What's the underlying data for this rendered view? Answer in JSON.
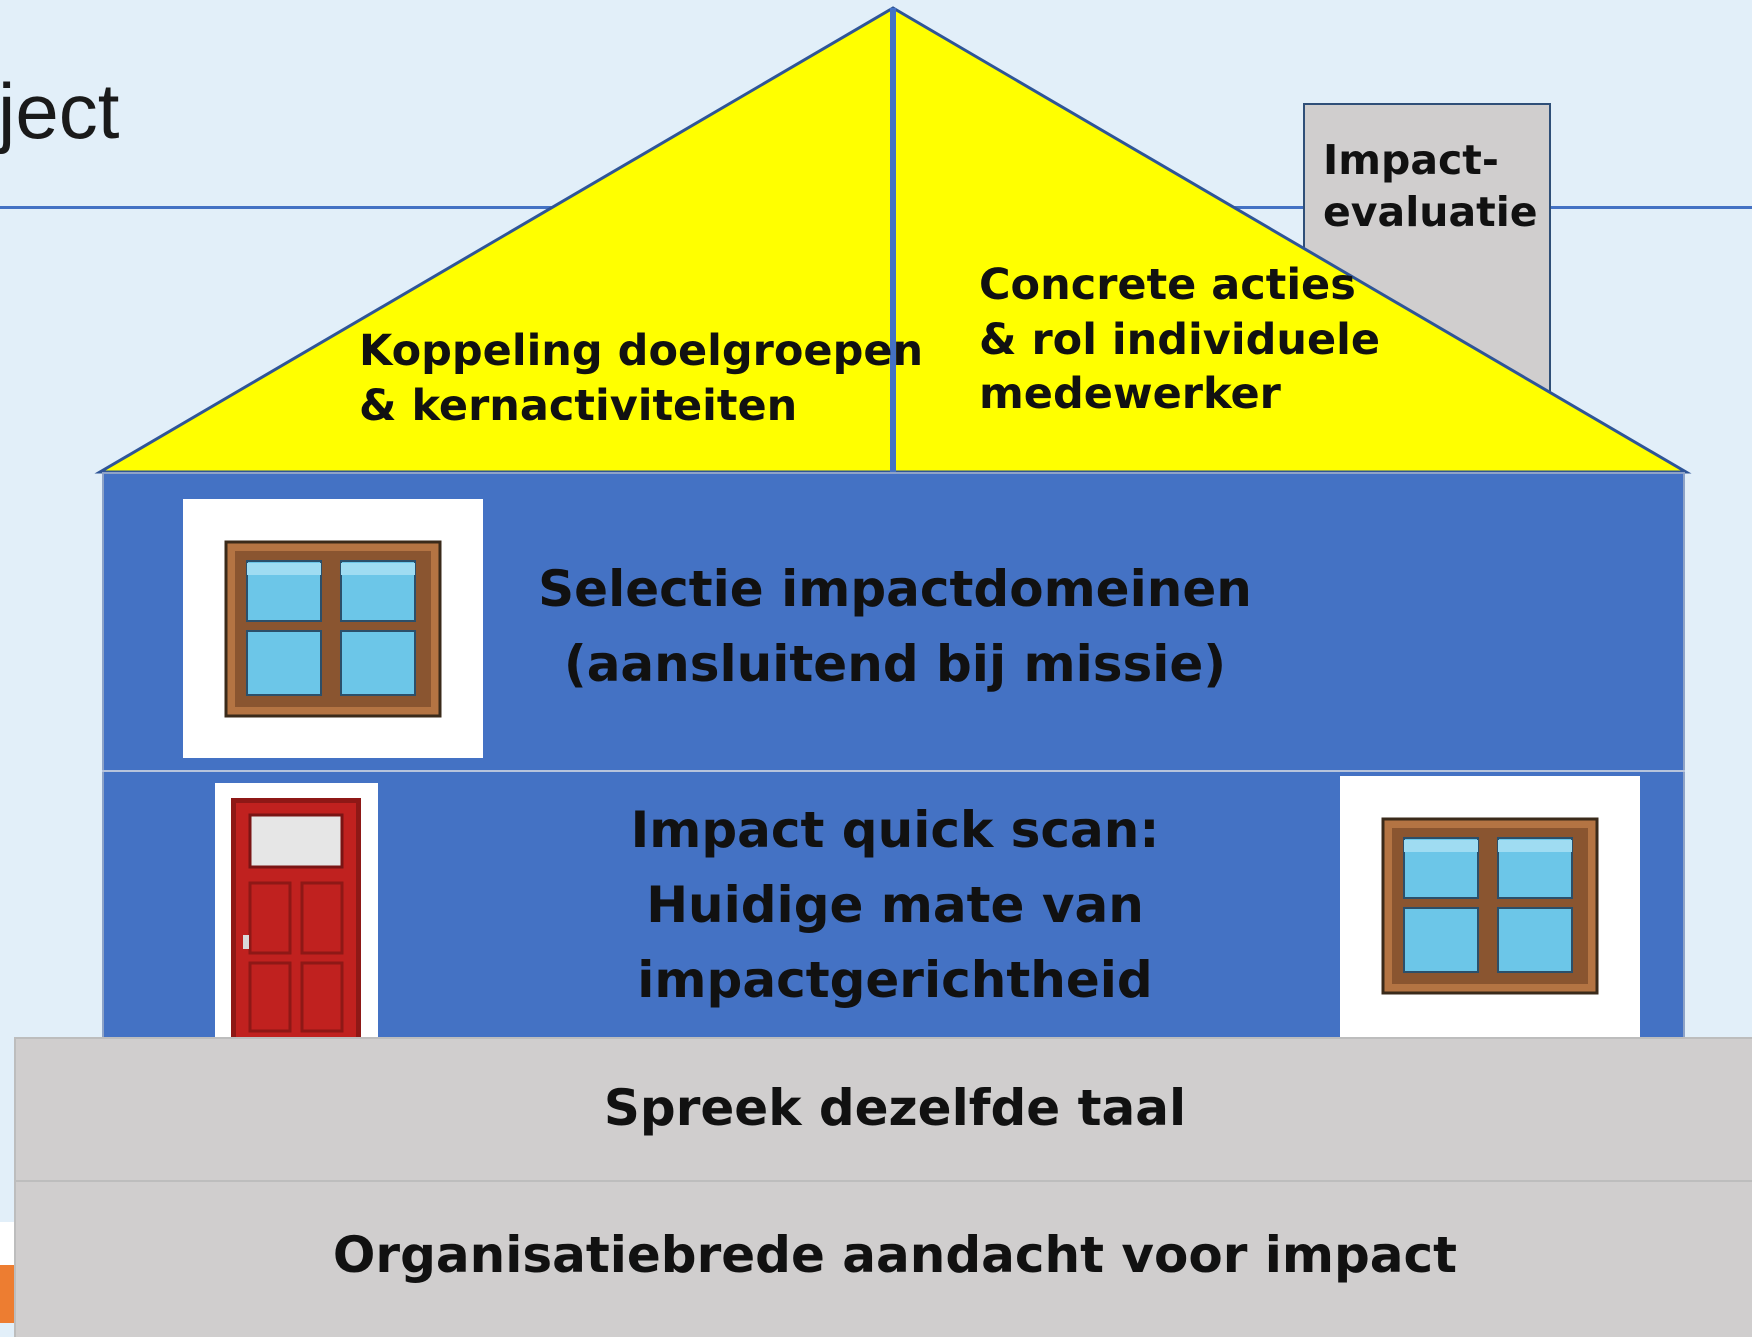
{
  "header": {
    "title_fragment": "ject"
  },
  "roof": {
    "left_text": [
      "Koppeling doelgroepen",
      "& kernactiviteiten"
    ],
    "right_text": [
      "Concrete acties",
      "& rol individuele",
      "medewerker"
    ],
    "chimney_text": [
      "Impact-",
      "evaluatie"
    ]
  },
  "house": {
    "upper_floor": [
      "Selectie impactdomeinen",
      "(aansluitend bij missie)"
    ],
    "ground_floor": [
      "Impact quick scan:",
      "Huidige mate van",
      "impactgerichtheid"
    ]
  },
  "foundation": {
    "top": "Spreek dezelfde taal",
    "bottom": "Organisatiebrede aandacht voor impact"
  },
  "colors": {
    "background": "#e2eff9",
    "roof": "#ffff00",
    "house_body": "#4472c4",
    "foundation": "#d0cece",
    "door": "#c0211f",
    "window_frame": "#b47443",
    "window_glass": "#6cc6e8"
  },
  "icons": [
    "window-icon",
    "door-icon",
    "window-icon"
  ]
}
